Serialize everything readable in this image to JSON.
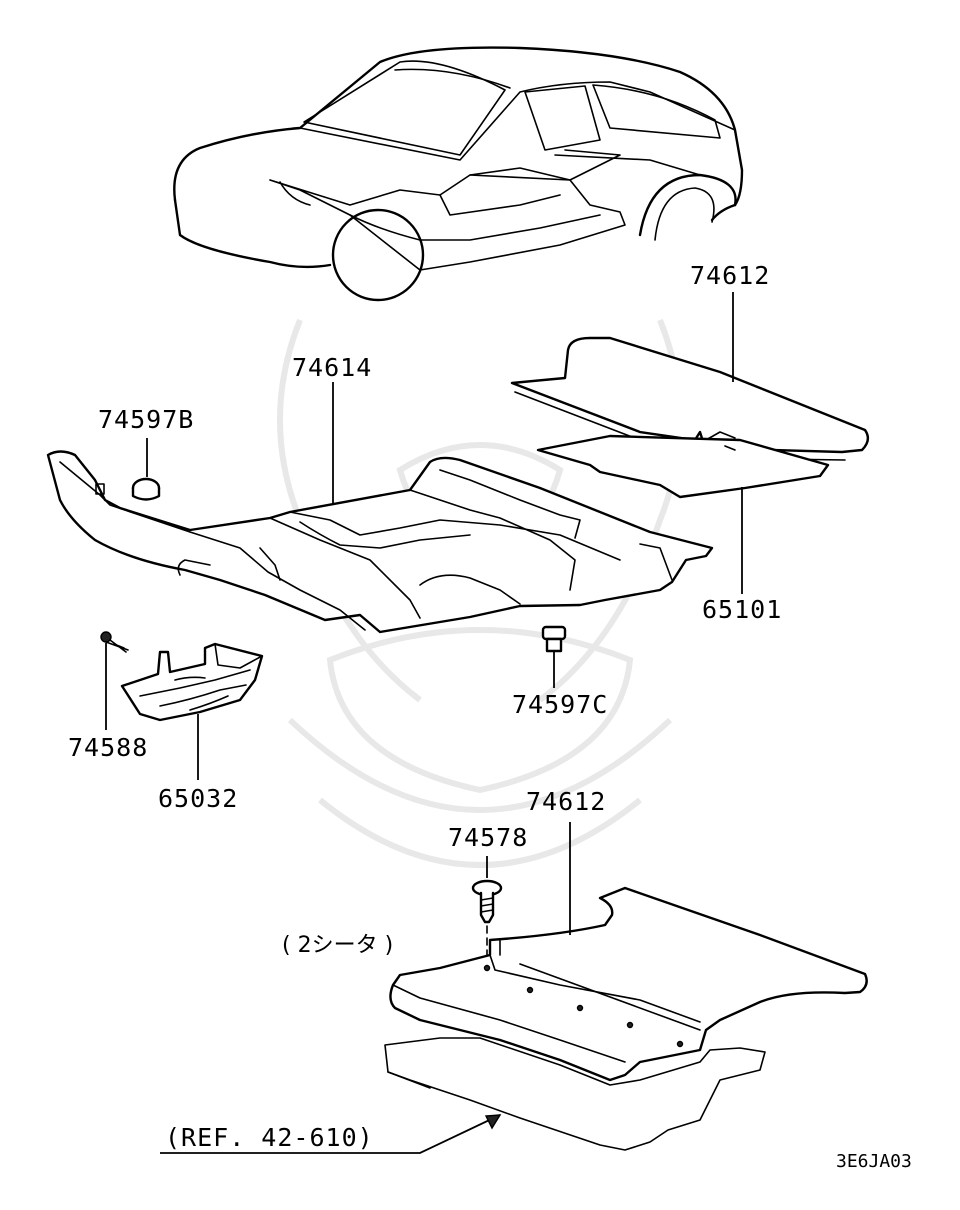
{
  "callouts": {
    "carpet_rear_upper": "74612",
    "carpet_main": "74614",
    "plug_b": "74597B",
    "pad_rear": "65101",
    "plug_c": "74597C",
    "screw": "74588",
    "bracket": "65032",
    "clip": "74578",
    "carpet_rear_lower": "74612"
  },
  "notes": {
    "seater": "( 2シータ )",
    "reference": "(REF. 42-610)",
    "diagram_code": "3E6JA03"
  }
}
